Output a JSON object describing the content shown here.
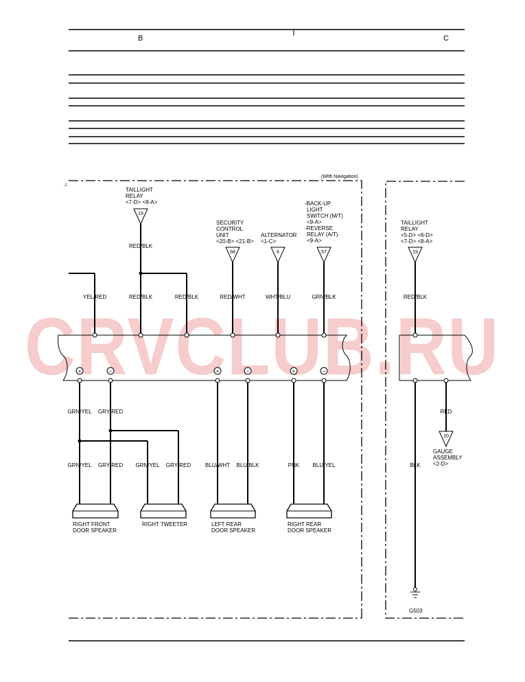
{
  "header": {
    "col_b": "B",
    "col_c": "C"
  },
  "watermark": "CRVCLUB.RU",
  "note": "(With Navigation)",
  "page_mark": "-2",
  "connectors": {
    "taillight_1": {
      "lines": [
        "TAILLIGHT",
        "RELAY",
        "<7-D> <8-A>"
      ],
      "num": "19"
    },
    "security": {
      "lines": [
        "SECURITY",
        "CONTROL",
        "UNIT",
        "<20-B> <21-B>"
      ],
      "num": "68"
    },
    "alternator": {
      "lines": [
        "ALTERNATOR",
        "<1-C>"
      ],
      "num": "6"
    },
    "backup": {
      "lines": [
        "-BACK-UP",
        "LIGHT",
        "SWITCH (M/T)",
        "<9-A>",
        "-REVERSE",
        "RELAY (A/T)",
        "<9-A>"
      ],
      "num": "57"
    },
    "taillight_2": {
      "lines": [
        "TAILLIGHT",
        "RELAY",
        "<5-D> <6-D>",
        "<7-D> <8-A>"
      ],
      "num": "19"
    },
    "gauge": {
      "lines": [
        "GAUGE",
        "ASSEMBLY",
        "<2-D>"
      ],
      "num": "20"
    }
  },
  "wires": {
    "taillight_in": "RED/BLK",
    "top": [
      "YEL/RED",
      "RED/BLK",
      "RED/BLK",
      "RED/WHT",
      "WHT/BLU",
      "GRN/BLK"
    ],
    "top_right": "RED/BLK",
    "mid": [
      "GRN/YEL",
      "GRY/RED"
    ],
    "bottom": [
      "GRN/YEL",
      "GRY/RED",
      "GRN/YEL",
      "GRY/RED",
      "BLU/WHT",
      "BLU/BLK",
      "PNK",
      "BLU/YEL"
    ],
    "red": "RED",
    "blk": "BLK"
  },
  "speakers": {
    "rf": [
      "RIGHT FRONT",
      "DOOR SPEAKER"
    ],
    "rt": [
      "RIGHT TWEETER"
    ],
    "lr": [
      "LEFT REAR",
      "DOOR SPEAKER"
    ],
    "rr": [
      "RIGHT REAR",
      "DOOR SPEAKER"
    ]
  },
  "ground": {
    "label": "G503"
  },
  "polarity": {
    "plus": "+",
    "minus": "−"
  }
}
